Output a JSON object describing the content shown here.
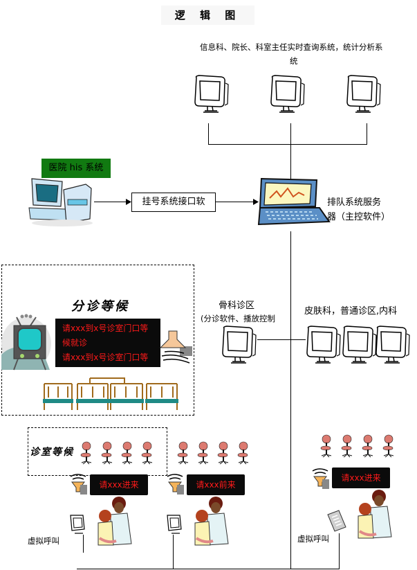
{
  "title": "逻 辑 图",
  "top_section": {
    "caption_line1": "信息科、院长、科室主任实时查询系统，统计分析系",
    "caption_line2": "统",
    "monitors": [
      "monitor-1",
      "monitor-2",
      "monitor-3"
    ]
  },
  "his": {
    "label": "医院 his 系统",
    "label_bg": "#117a11"
  },
  "interface": {
    "label": "挂号系统接口软"
  },
  "server": {
    "label_line1": "排队系统服务",
    "label_line2": "器（主控软件）"
  },
  "triage": {
    "title": "分诊等候",
    "led_lines": [
      "请xxx到x号诊室门口等",
      "候就诊",
      "请xxx到x号诊室门口等"
    ],
    "led_text_color": "#ff1a1a"
  },
  "ortho": {
    "label_line1": "骨科诊区",
    "label_line2": "(分诊软件、播放控制"
  },
  "derm": {
    "label": "皮肤科，普通诊区,内科"
  },
  "room_wait": {
    "title": "诊室等候",
    "rooms": [
      {
        "led": "请xxx进来"
      },
      {
        "led": "请xxx前来"
      },
      {
        "led": "请xxx进来"
      }
    ],
    "virtual_call_label": "虚拟呼叫"
  }
}
